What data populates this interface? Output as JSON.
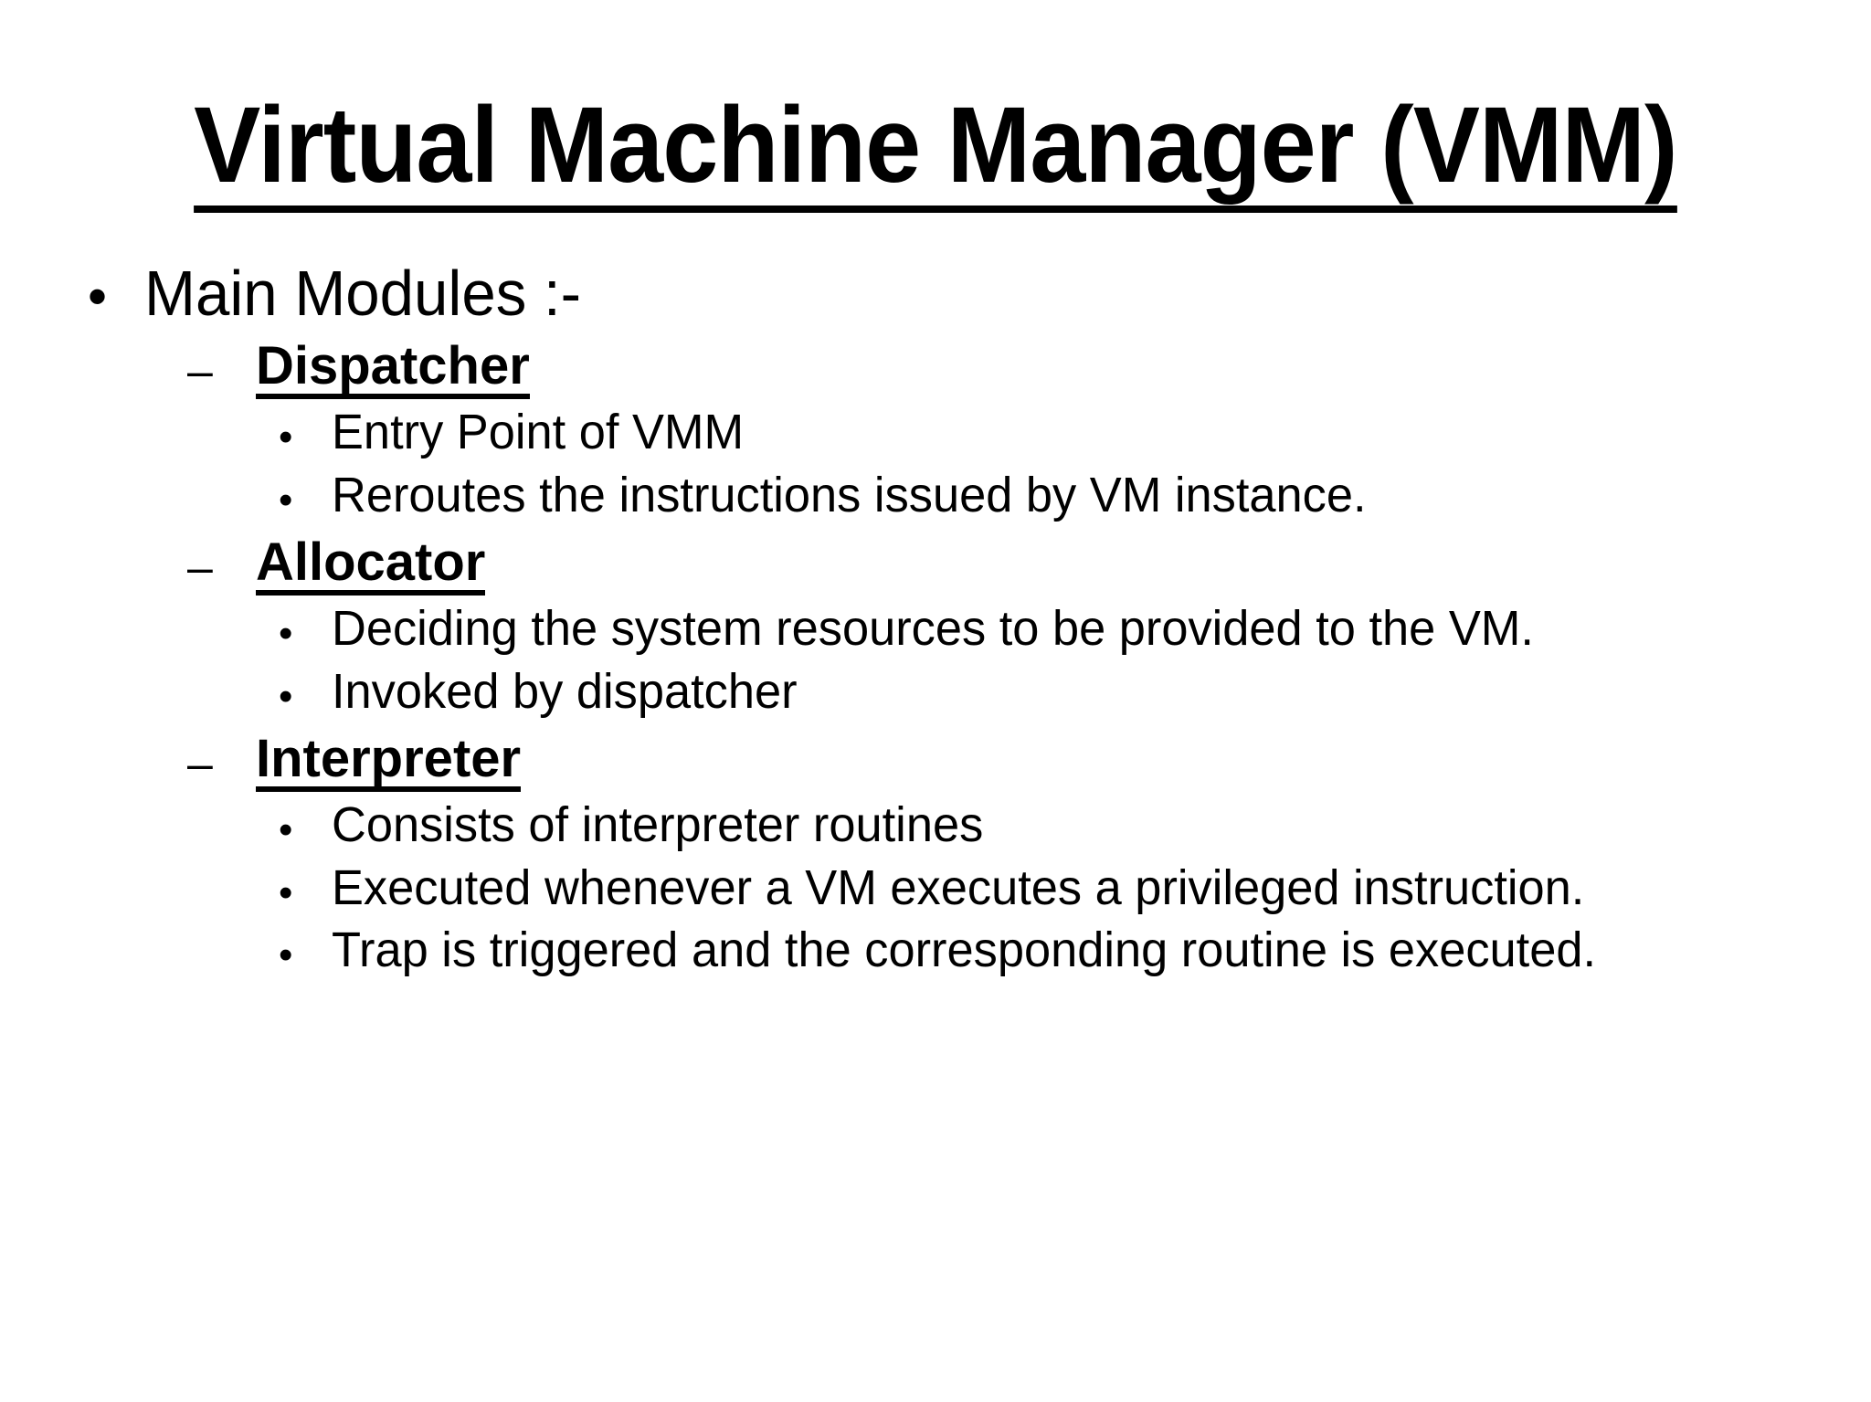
{
  "slide": {
    "background_color": "#ffffff",
    "text_color": "#000000",
    "title": "Virtual Machine Manager (VMM)",
    "bullet_glyphs": {
      "level1": "•",
      "level2": "–",
      "level3": "•"
    },
    "outline": [
      {
        "level": 1,
        "text": "Main Modules :-"
      },
      {
        "level": 2,
        "text": "Dispatcher"
      },
      {
        "level": 3,
        "text": "Entry Point of VMM"
      },
      {
        "level": 3,
        "text": "Reroutes the instructions issued by VM instance."
      },
      {
        "level": 2,
        "text": "Allocator"
      },
      {
        "level": 3,
        "text": "Deciding the system resources to be provided to the VM."
      },
      {
        "level": 3,
        "text": "Invoked by dispatcher"
      },
      {
        "level": 2,
        "text": "Interpreter"
      },
      {
        "level": 3,
        "text": "Consists of interpreter routines"
      },
      {
        "level": 3,
        "text": "Executed whenever a VM executes a privileged instruction."
      },
      {
        "level": 3,
        "text": "Trap is triggered and the corresponding routine is executed."
      }
    ]
  }
}
